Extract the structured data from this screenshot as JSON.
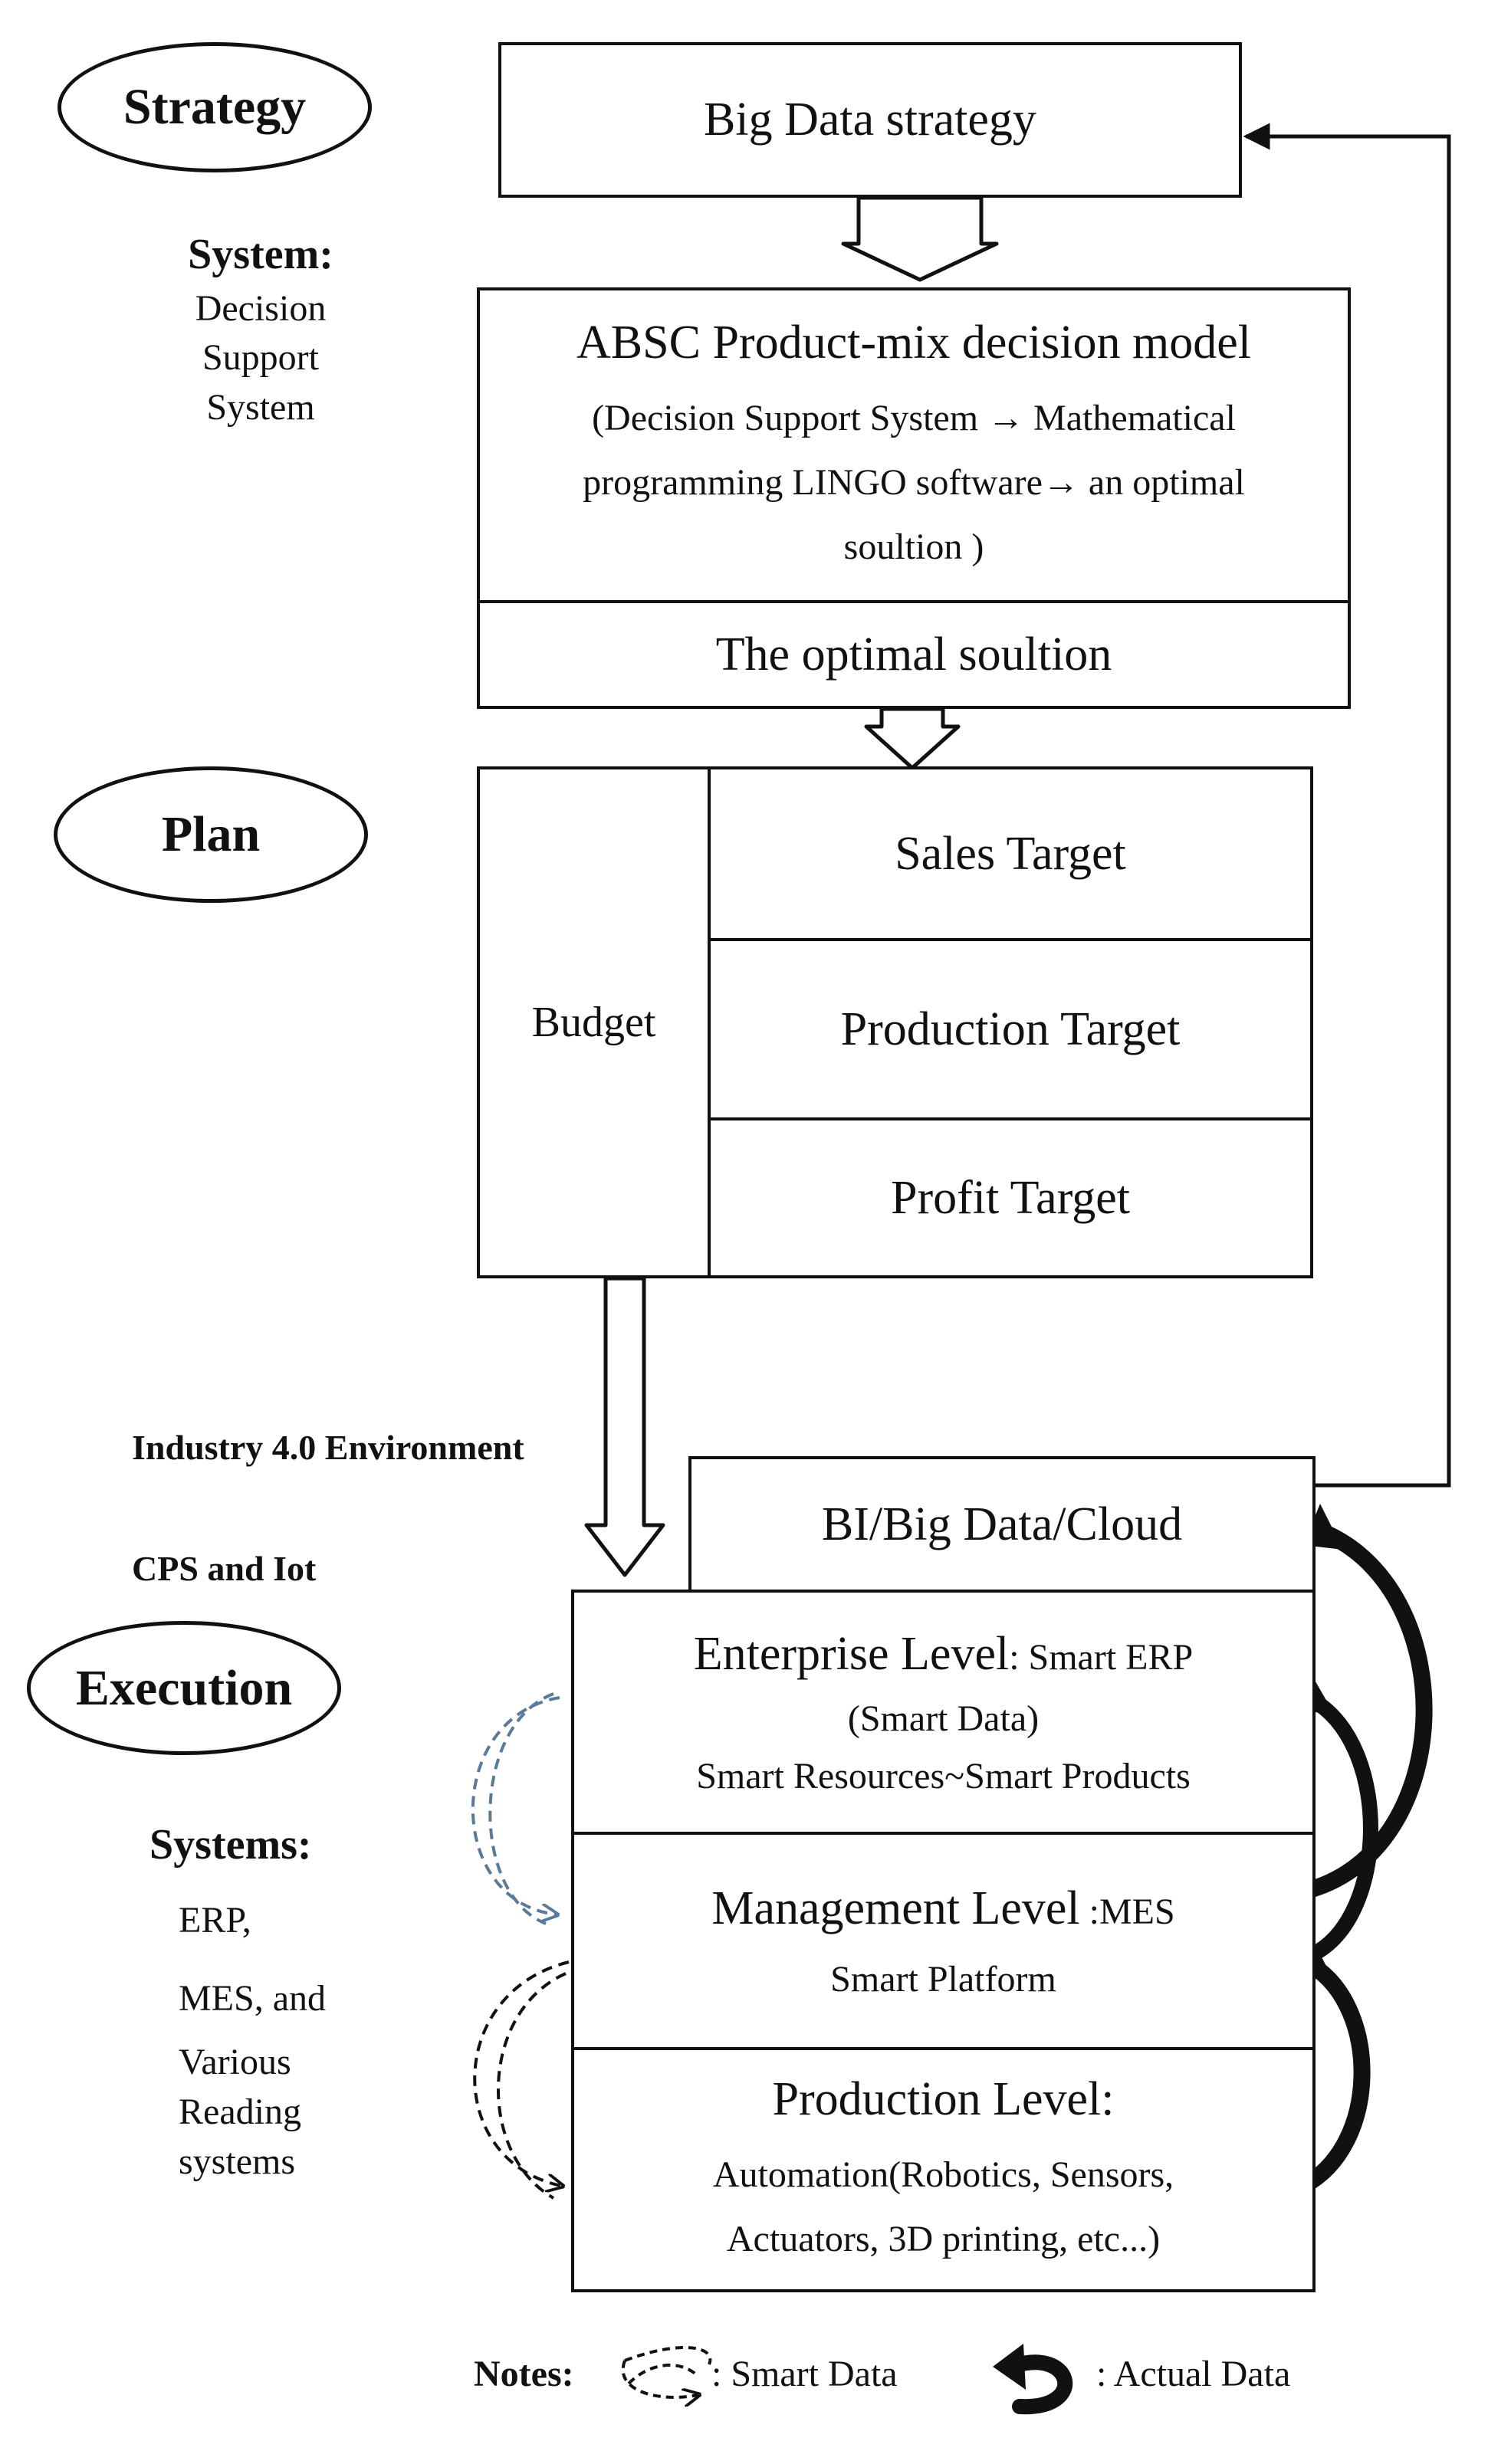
{
  "phases": {
    "strategy": "Strategy",
    "plan": "Plan",
    "execution": "Execution"
  },
  "system_label": {
    "title": "System:",
    "lines": [
      "Decision",
      "Support",
      "System"
    ]
  },
  "strategy_box": "Big Data strategy",
  "decision_model": {
    "title": "ABSC Product-mix decision model",
    "lines": [
      "(Decision Support System → Mathematical",
      "programming LINGO software→ an optimal",
      "soultion )"
    ]
  },
  "optimal_solution": "The optimal soultion",
  "plan_block": {
    "budget": "Budget",
    "targets": [
      "Sales Target",
      "Production Target",
      "Profit Target"
    ]
  },
  "environment": {
    "industry": "Industry 4.0 Environment",
    "cps": "CPS and Iot"
  },
  "systems_label": {
    "title": "Systems:",
    "lines": [
      "ERP,",
      "MES, and",
      "Various",
      "Reading",
      "systems"
    ]
  },
  "execution_levels": {
    "bi": "BI/Big Data/Cloud",
    "enterprise": {
      "title": "Enterprise Level",
      "suffix": ": Smart ERP",
      "line2": "(Smart Data)",
      "line3": "Smart Resources~Smart Products"
    },
    "management": {
      "title": "Management Level",
      "suffix": " :MES",
      "line2": "Smart Platform"
    },
    "production": {
      "title": "Production Level:",
      "line2": "Automation(Robotics, Sensors,",
      "line3": "Actuators, 3D printing, etc...)"
    }
  },
  "notes": {
    "label": "Notes:",
    "smart_data": ": Smart Data",
    "actual_data": ": Actual Data"
  },
  "colors": {
    "ink": "#111111",
    "smart_data_upper": "#5a7a99",
    "smart_data_lower": "#111111"
  }
}
